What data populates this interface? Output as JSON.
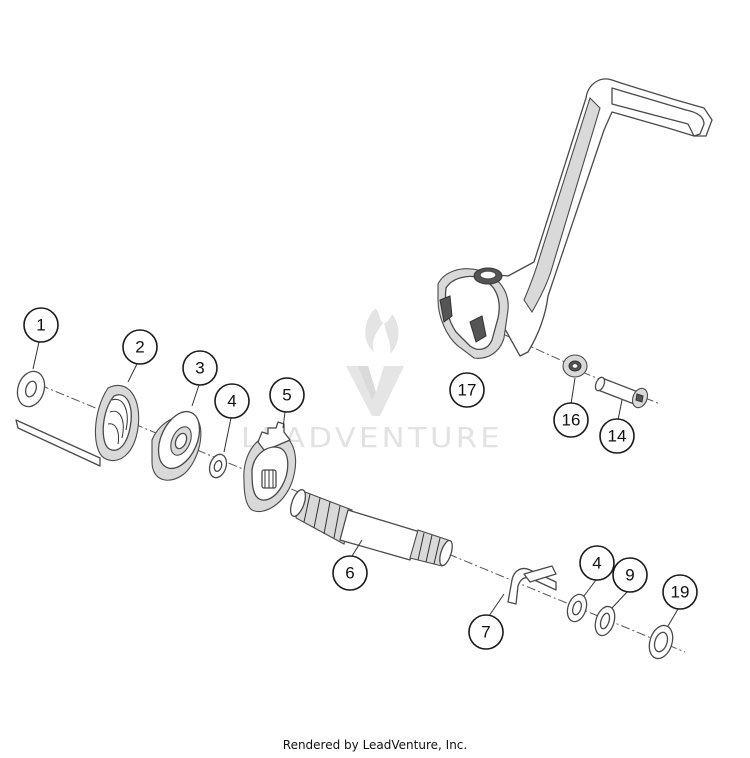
{
  "watermark": {
    "text": "LEADVENTURE"
  },
  "callouts": [
    "1",
    "2",
    "3",
    "4",
    "5",
    "6",
    "7",
    "4",
    "9",
    "19",
    "17",
    "16",
    "14"
  ],
  "footer": {
    "text": "Rendered by LeadVenture, Inc."
  }
}
